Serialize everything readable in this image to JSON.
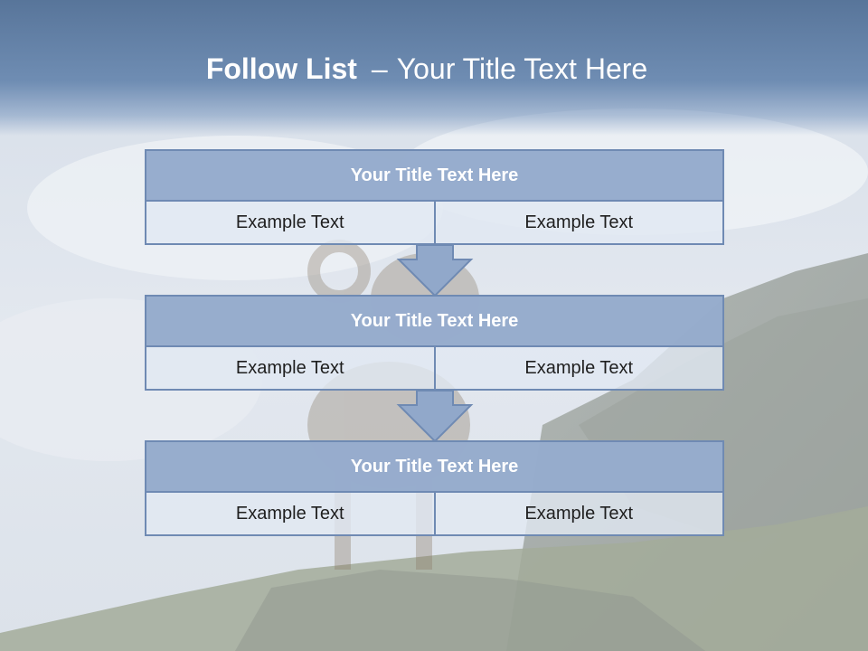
{
  "slide": {
    "title_bold": "Follow List",
    "title_separator": "–",
    "title_rest": "Your Title Text Here",
    "background_image": "bighorn ram standing on rocky grassy cliff under cloudy sky",
    "colors": {
      "title_band": "#6f8db3",
      "header_fill": "#91a8ca",
      "cell_fill": "#e1e8f2",
      "border": "#6f8ab3",
      "arrow_fill": "#91a8ca"
    }
  },
  "blocks": [
    {
      "title": "Your Title Text Here",
      "left_text": "Example Text",
      "right_text": "Example Text"
    },
    {
      "title": "Your Title Text Here",
      "left_text": "Example Text",
      "right_text": "Example Text"
    },
    {
      "title": "Your Title Text Here",
      "left_text": "Example Text",
      "right_text": "Example Text"
    }
  ],
  "arrows": [
    {
      "icon": "down-arrow-icon"
    },
    {
      "icon": "down-arrow-icon"
    }
  ]
}
